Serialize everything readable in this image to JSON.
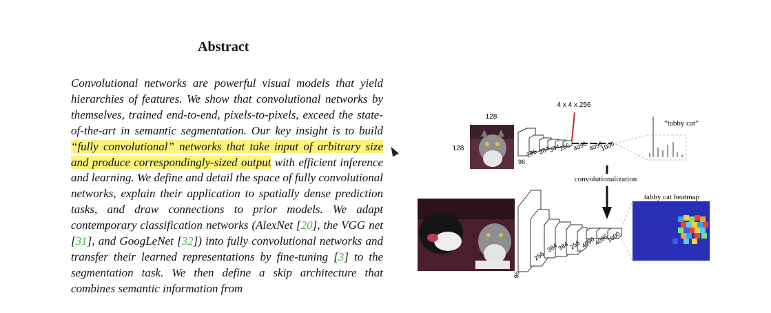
{
  "paper": {
    "section_title": "Abstract",
    "abstract": {
      "p1": "Convolutional networks are powerful visual models that yield hierarchies of features. We show that convolutional networks by themselves, trained end-to-end, pixels-to-pixels, exceed the state-of-the-art in semantic segmentation. Our key insight is to build ",
      "highlight": "“fully convolutional” networks that take input of arbitrary size and produce correspondingly-sized output",
      "p2": " with efficient inference and learning. We define and detail the space of fully convolutional networks, explain their application to spatially dense prediction tasks, and draw connections to prior models. We adapt contemporary classification networks (AlexNet [",
      "ref_alexnet": "20",
      "p3": "], the VGG net [",
      "ref_vgg": "31",
      "p4": "], and GoogLeNet [",
      "ref_googlenet": "32",
      "p5": "]) into fully convolutional networks and transfer their learned representations by fine-tuning [",
      "ref_finetune": "3",
      "p6": "] to the segmentation task. We then define a skip architecture that combines semantic information from"
    }
  },
  "figure": {
    "top_label_dims": "4 x 4 x 256",
    "input_w": "128",
    "input_h": "128",
    "top_channels": [
      "96",
      "256",
      "384",
      "384",
      "256",
      "4096",
      "4096",
      "1000"
    ],
    "top_output_label": "“tabby cat”",
    "conversion_label": "convolutionalization",
    "bottom_channels": [
      "96",
      "256",
      "384",
      "384",
      "256",
      "4096",
      "4096",
      "1000"
    ],
    "heatmap_label": "tabby cat heatmap",
    "colors": {
      "highlight": "#fbf37a",
      "ref": "#3fbe3f",
      "red_line": "#c0283a",
      "heat_bg": "#2a2fb8"
    }
  }
}
